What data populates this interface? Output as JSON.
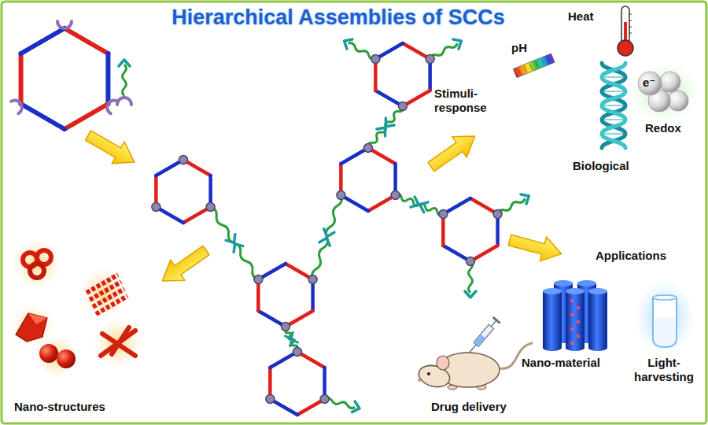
{
  "diagram": {
    "title": "Hierarchical Assemblies of SCCs",
    "labels": [
      "Heat",
      "pH",
      "Stimuli- response",
      "e⁻",
      "Redox",
      "Biological",
      "Applications",
      "Nano-material",
      "Light- harvesting",
      "Drug delivery",
      "Nano-structures"
    ]
  }
}
